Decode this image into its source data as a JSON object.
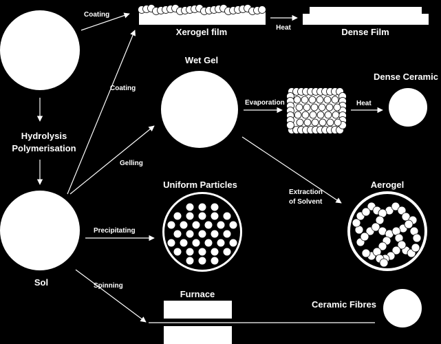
{
  "labels": {
    "hydrolysis": "Hydrolysis",
    "polymerisation": "Polymerisation",
    "sol": "Sol",
    "xerogel_film": "Xerogel film",
    "dense_film": "Dense Film",
    "wet_gel": "Wet Gel",
    "dense_ceramic": "Dense Ceramic",
    "uniform_particles": "Uniform Particles",
    "aerogel": "Aerogel",
    "furnace": "Furnace",
    "ceramic_fibres": "Ceramic Fibres"
  },
  "arrows": {
    "coating_top": "Coating",
    "coating_diag": "Coating",
    "heat_film": "Heat",
    "evaporation": "Evaporation",
    "heat_ceramic": "Heat",
    "gelling": "Gelling",
    "extraction_1": "Extraction",
    "extraction_2": "of Solvent",
    "precipitating": "Precipitating",
    "spinning": "Spinning"
  },
  "colors": {
    "background": "#000000",
    "foreground": "#ffffff"
  }
}
